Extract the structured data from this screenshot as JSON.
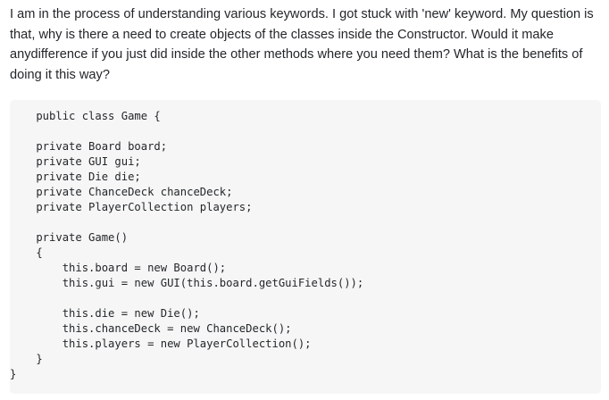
{
  "question": {
    "text": "I am in the process of understanding various keywords. I got stuck with 'new' keyword. My question is that, why is there a need to create objects of the classes inside the Constructor. Would it make anydifference if you just did inside the other methods where you need them? What is the benefits of doing it this way?"
  },
  "code_block": {
    "language": "java",
    "lines": [
      "    public class Game {",
      "",
      "    private Board board;",
      "    private GUI gui;",
      "    private Die die;",
      "    private ChanceDeck chanceDeck;",
      "    private PlayerCollection players;",
      "",
      "    private Game()",
      "    {",
      "        this.board = new Board();",
      "        this.gui = new GUI(this.board.getGuiFields());",
      "",
      "        this.die = new Die();",
      "        this.chanceDeck = new ChanceDeck();",
      "        this.players = new PlayerCollection();",
      "    }",
      "}"
    ]
  },
  "colors": {
    "text": "#232629",
    "code_background": "#f6f6f6",
    "page_background": "#ffffff"
  }
}
